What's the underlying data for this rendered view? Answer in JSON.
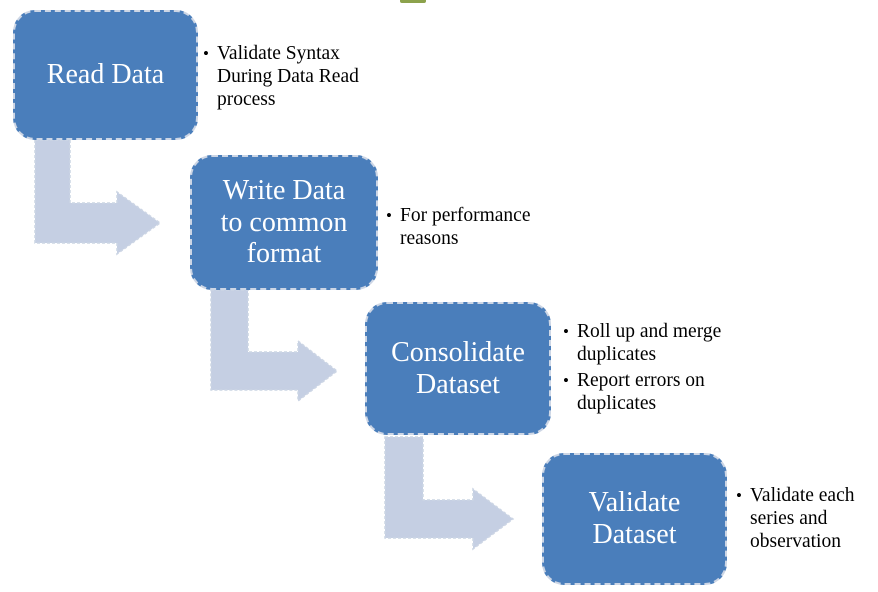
{
  "diagram": {
    "bullet_char": "•",
    "steps": [
      {
        "title": "Read Data",
        "bullets": [
          "Validate Syntax\nDuring Data Read\nprocess"
        ]
      },
      {
        "title": "Write Data\nto common\nformat",
        "bullets": [
          "For performance\nreasons"
        ]
      },
      {
        "title": "Consolidate\nDataset",
        "bullets": [
          "Roll up and merge\nduplicates",
          "Report errors on\nduplicates"
        ]
      },
      {
        "title": "Validate\nDataset",
        "bullets": [
          "Validate each\nseries and\nobservation"
        ]
      }
    ]
  },
  "colors": {
    "background": "#ffffff",
    "box_fill": "#4a7ebb",
    "box_text": "#ffffff",
    "box_outline": "#cdd6e5",
    "arrow_fill": "#c5cfe3",
    "arrow_outline": "#ccd5e4",
    "bullet_text": "#000000",
    "green_fragment": "#8ca24c"
  }
}
